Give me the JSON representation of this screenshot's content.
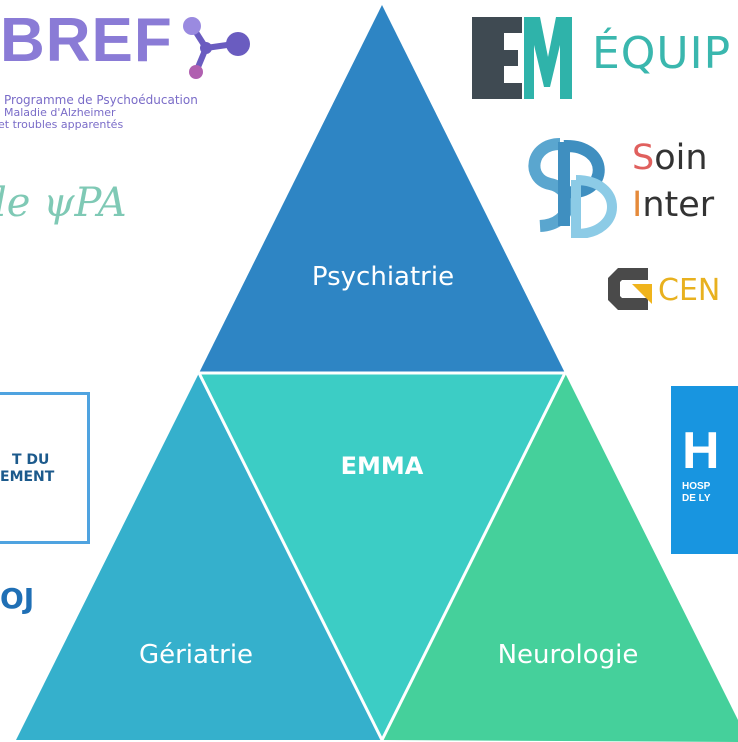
{
  "logos": {
    "bref": {
      "title": "BREF",
      "line1": "Programme de Psychoéducation",
      "line2": "Maladie d'Alzheimer",
      "line3": "et troubles apparentés"
    },
    "psi_script": "le ψPA",
    "equipe": {
      "monogram": "EM",
      "text": "ÉQUIP"
    },
    "spd": {
      "line1_first": "S",
      "line1_rest": "oin",
      "line2_first": "I",
      "line2_rest": "nter"
    },
    "centre": {
      "text": "CEN"
    },
    "institut": {
      "line1": "T DU",
      "line2": "EMENT",
      "below": "OJ"
    },
    "hcl": {
      "letter": "H",
      "line1": "HOSP",
      "line2": "DE LY"
    }
  },
  "triangle": {
    "top": "Psychiatrie",
    "center": "EMMA",
    "left": "Gériatrie",
    "right": "Neurologie"
  },
  "colors": {
    "psychiatrie": "#2e85c4",
    "emma": "#3ccdc5",
    "geriatrie": "#35b0cc",
    "neurologie": "#45d09b"
  }
}
